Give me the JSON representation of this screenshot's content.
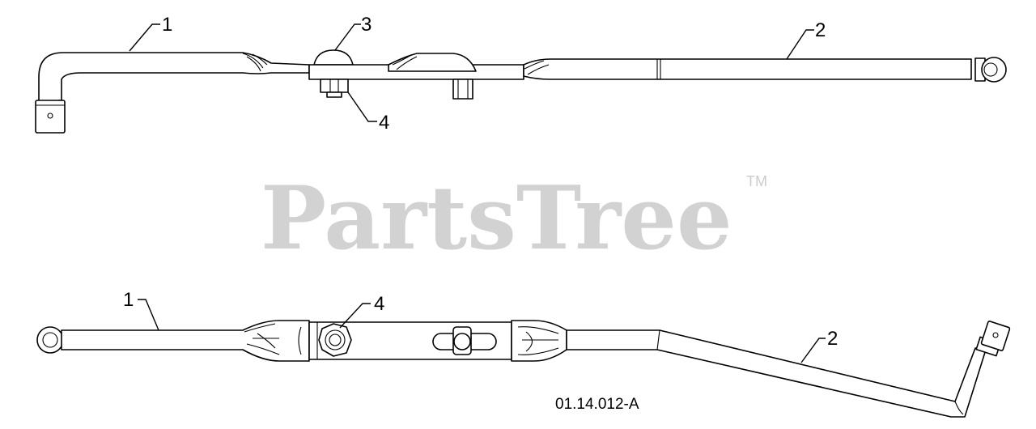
{
  "diagram": {
    "drawing_number": "01.14.012-A",
    "callouts_top": {
      "c1": "1",
      "c2": "2",
      "c3": "3",
      "c4": "4"
    },
    "callouts_bottom": {
      "c1": "1",
      "c2": "2",
      "c4": "4"
    }
  },
  "watermark": {
    "text": "PartsTree",
    "trademark": "TM",
    "color": "#d2d2d2"
  }
}
